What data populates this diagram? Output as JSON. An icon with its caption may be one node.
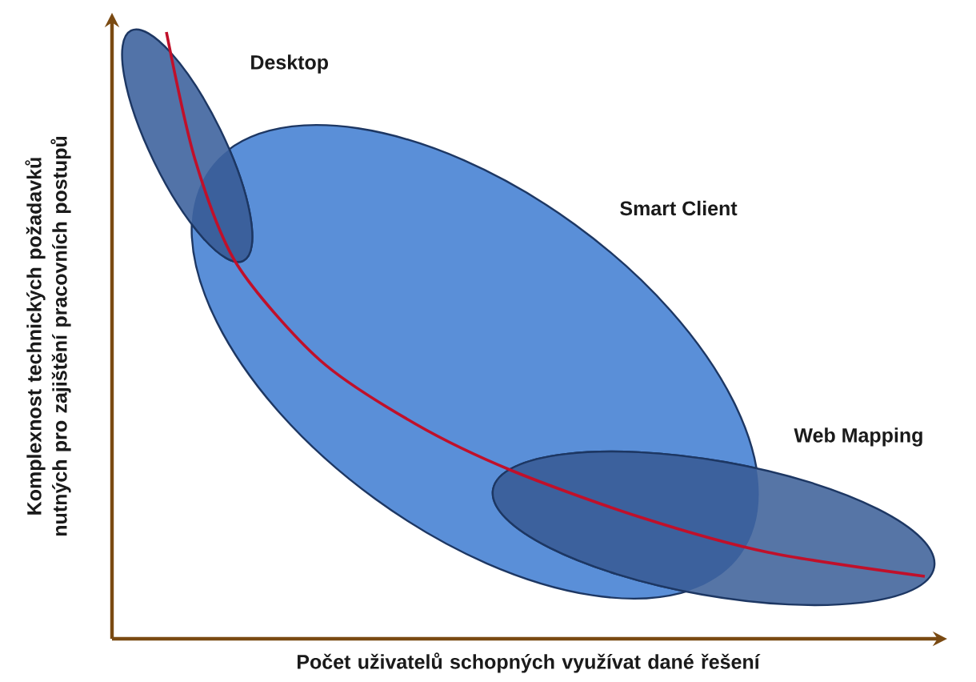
{
  "diagram": {
    "nodes": [
      {
        "text": [
          "Desktop"
        ]
      },
      {
        "text": [
          "Smart Client"
        ]
      },
      {
        "text": [
          "Web Mapping"
        ]
      }
    ],
    "labels": [
      "Komplexnost technických požadavků nutných pro zajištění pracovních postupů",
      "Počet uživatelů schopných využívat dané řešení"
    ]
  }
}
